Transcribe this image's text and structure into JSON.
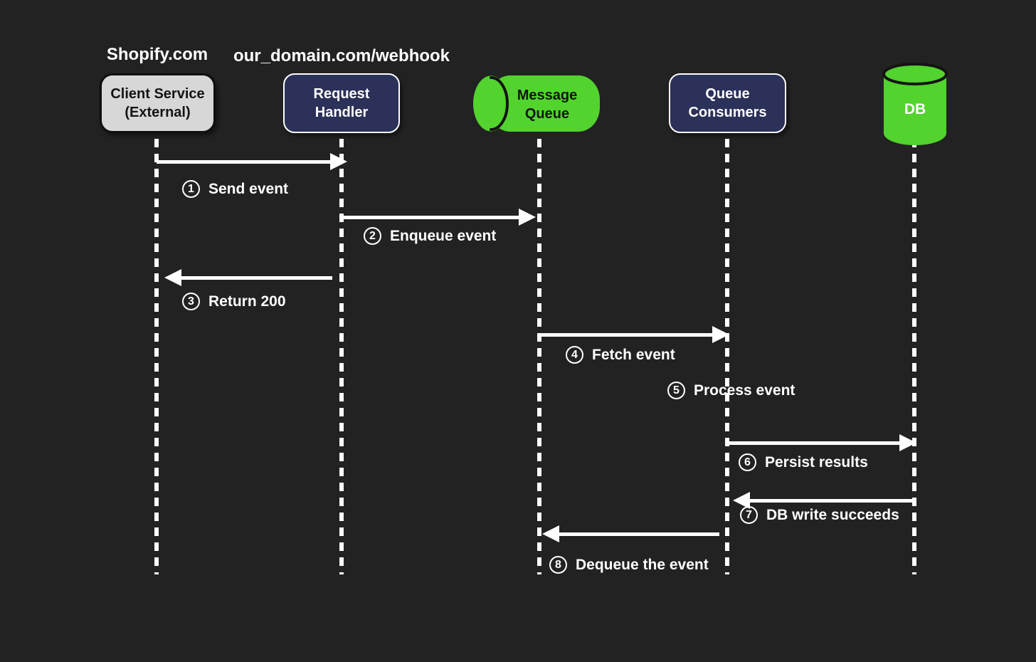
{
  "diagram": {
    "type": "sequence-diagram",
    "colors": {
      "background": "#222222",
      "node_navy": "#2b3158",
      "node_green": "#52d32e",
      "node_gray": "#d7d7d7",
      "line_and_text": "#ffffff",
      "dark_text": "#141414"
    }
  },
  "external_labels": [
    {
      "text": "Shopify.com"
    },
    {
      "text": "our_domain.com/webhook"
    }
  ],
  "actors": [
    {
      "id": "client-service",
      "label_line1": "Client Service",
      "label_line2": "(External)",
      "shape": "rounded-box-gray"
    },
    {
      "id": "request-handler",
      "label_line1": "Request",
      "label_line2": "Handler",
      "shape": "rounded-box-navy"
    },
    {
      "id": "message-queue",
      "label_line1": "Message",
      "label_line2": "Queue",
      "shape": "horizontal-cylinder-green"
    },
    {
      "id": "queue-consumers",
      "label_line1": "Queue",
      "label_line2": "Consumers",
      "shape": "rounded-box-navy"
    },
    {
      "id": "db",
      "label": "DB",
      "shape": "vertical-cylinder-green"
    }
  ],
  "messages": [
    {
      "num": "1",
      "text": "Send event",
      "from": "client-service",
      "to": "request-handler",
      "direction": "right"
    },
    {
      "num": "2",
      "text": "Enqueue event",
      "from": "request-handler",
      "to": "message-queue",
      "direction": "right"
    },
    {
      "num": "3",
      "text": "Return 200",
      "from": "request-handler",
      "to": "client-service",
      "direction": "left"
    },
    {
      "num": "4",
      "text": "Fetch event",
      "from": "message-queue",
      "to": "queue-consumers",
      "direction": "right"
    },
    {
      "num": "5",
      "text": "Process event",
      "from": "queue-consumers",
      "to": "queue-consumers",
      "direction": "none"
    },
    {
      "num": "6",
      "text": "Persist results",
      "from": "queue-consumers",
      "to": "db",
      "direction": "right"
    },
    {
      "num": "7",
      "text": "DB write succeeds",
      "from": "db",
      "to": "queue-consumers",
      "direction": "left"
    },
    {
      "num": "8",
      "text": "Dequeue the event",
      "from": "queue-consumers",
      "to": "message-queue",
      "direction": "left"
    }
  ]
}
